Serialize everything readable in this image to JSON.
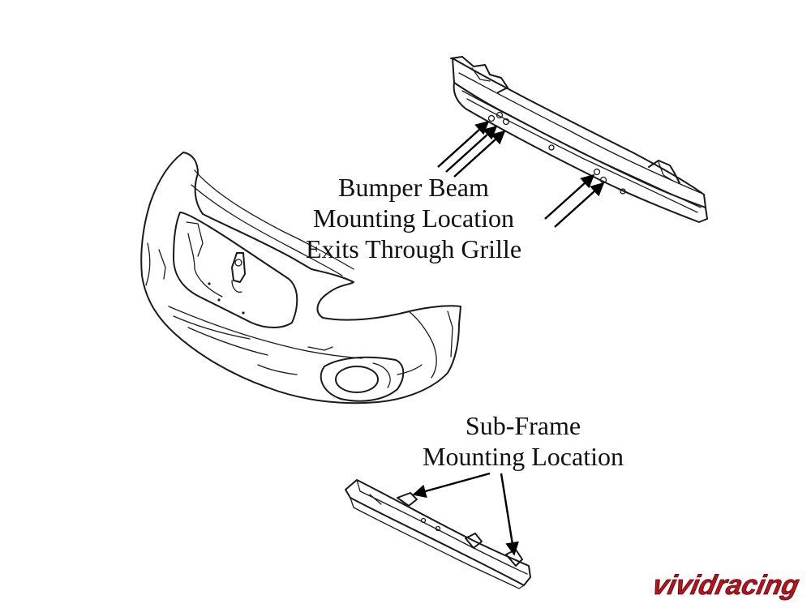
{
  "labels": {
    "bumper_beam": [
      "Bumper Beam",
      "Mounting Location",
      "Exits Through Grille"
    ],
    "sub_frame": [
      "Sub-Frame",
      "Mounting Location"
    ]
  },
  "watermark": {
    "text": "vividracing",
    "color": "#b4141e"
  },
  "colors": {
    "line_art": "#1a1a1a",
    "background": "#ffffff"
  }
}
